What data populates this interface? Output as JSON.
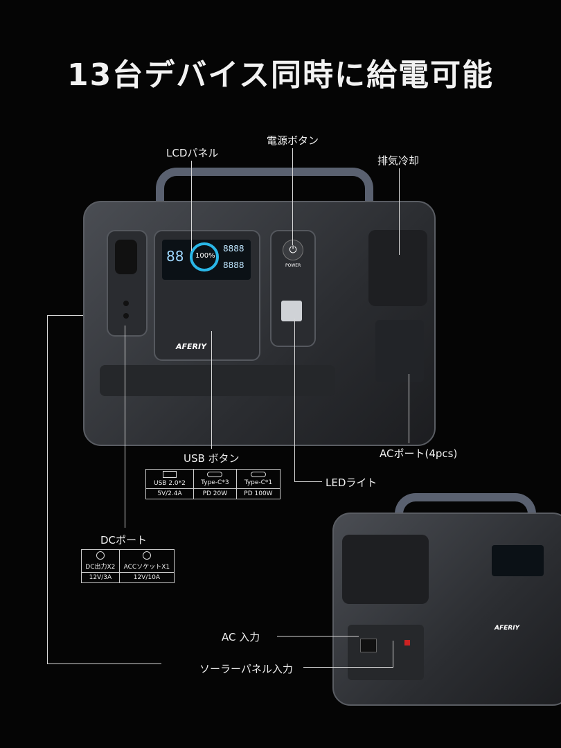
{
  "title": "13台デバイス同時に給電可能",
  "callouts": {
    "lcd": "LCDパネル",
    "power_button": "電源ボタン",
    "exhaust": "排気冷却",
    "ac_port": "ACポート(4pcs)",
    "led_light": "LEDライト",
    "usb_button": "USB ボタン",
    "dc_port": "DCポート",
    "ac_input": "AC 入力",
    "solar_input": "ソーラーパネル入力"
  },
  "usb_table": [
    {
      "icon": "usb-a-icon",
      "name": "USB 2.0*2",
      "spec": "5V/2.4A"
    },
    {
      "icon": "usb-c-icon",
      "name": "Type-C*3",
      "spec": "PD 20W"
    },
    {
      "icon": "usb-c-icon",
      "name": "Type-C*1",
      "spec": "PD 100W"
    }
  ],
  "dc_table": [
    {
      "icon": "dc-barrel-icon",
      "name": "DC出力X2",
      "spec": "12V/3A"
    },
    {
      "icon": "car-socket-icon",
      "name": "ACCソケットX1",
      "spec": "12V/10A"
    }
  ],
  "device": {
    "brand": "AFERIY",
    "power_label": "POWER",
    "lcd_percent": "100%",
    "lcd_left": "88",
    "lcd_input": "8888",
    "lcd_output": "8888"
  },
  "colors": {
    "background": "#050505",
    "lcd_ring": "#2ab7e8",
    "accent": "#e07a1a"
  }
}
